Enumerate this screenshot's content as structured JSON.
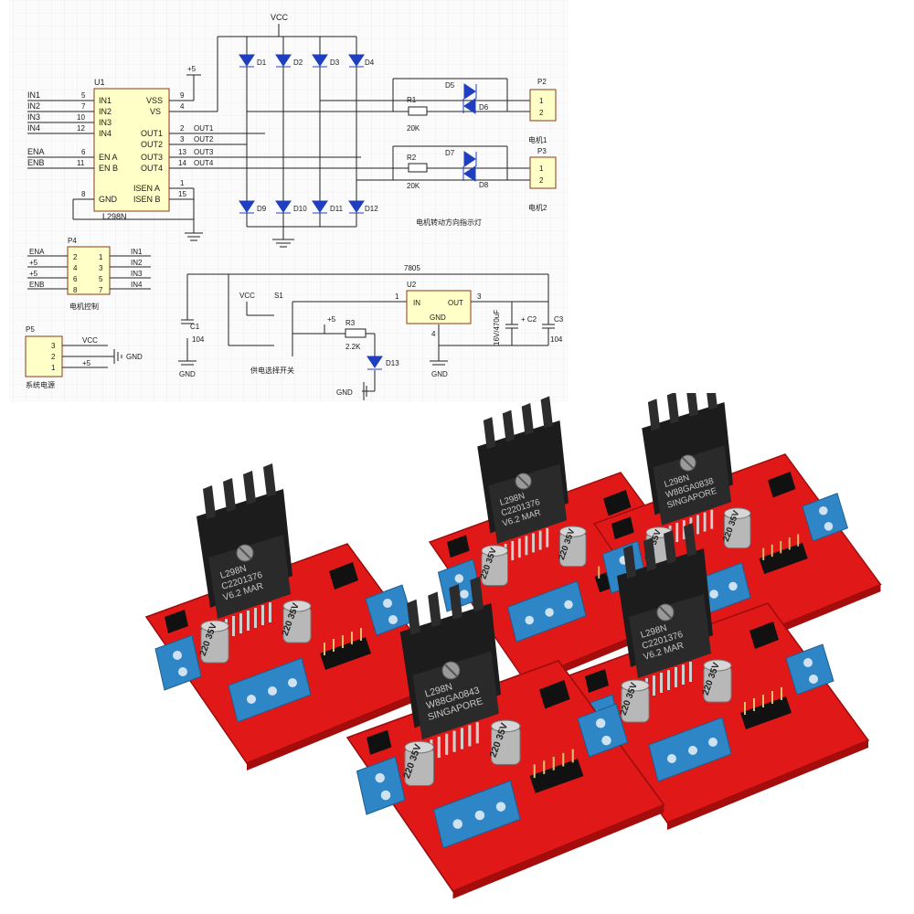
{
  "schematic": {
    "u1": {
      "ref": "U1",
      "part": "L298N",
      "left_pins": [
        {
          "net": "IN1",
          "num": "5",
          "label": "IN1"
        },
        {
          "net": "IN2",
          "num": "7",
          "label": "IN2"
        },
        {
          "net": "IN3",
          "num": "10",
          "label": "IN3"
        },
        {
          "net": "IN4",
          "num": "12",
          "label": "IN4"
        },
        {
          "net": "ENA",
          "num": "6",
          "label": "EN A"
        },
        {
          "net": "ENB",
          "num": "11",
          "label": "EN B"
        }
      ],
      "gnd_pin": {
        "num": "8",
        "label": "GND"
      },
      "right_pins": [
        {
          "num": "9",
          "label": "VSS"
        },
        {
          "num": "4",
          "label": "VS"
        },
        {
          "num": "2",
          "label": "OUT1",
          "net": "OUT1"
        },
        {
          "num": "3",
          "label": "OUT2",
          "net": "OUT2"
        },
        {
          "num": "13",
          "label": "OUT3",
          "net": "OUT3"
        },
        {
          "num": "14",
          "label": "OUT4",
          "net": "OUT4"
        },
        {
          "num": "1",
          "label": "ISEN A"
        },
        {
          "num": "15",
          "label": "ISEN B"
        }
      ]
    },
    "vcc": "VCC",
    "plus5": "+5",
    "diodes_top": [
      "D1",
      "D2",
      "D3",
      "D4"
    ],
    "diodes_bottom": [
      "D9",
      "D10",
      "D11",
      "D12"
    ],
    "r1": {
      "ref": "R1",
      "value": "20K"
    },
    "r2": {
      "ref": "R2",
      "value": "20K"
    },
    "led_pairs": [
      [
        "D5",
        "D6"
      ],
      [
        "D7",
        "D8"
      ]
    ],
    "p2": {
      "ref": "P2",
      "pins": [
        "1",
        "2"
      ],
      "caption": "电机1"
    },
    "p3": {
      "ref": "P3",
      "pins": [
        "1",
        "2"
      ],
      "caption": "电机2"
    },
    "motor_indicator_caption": "电机转动方向指示灯",
    "p4": {
      "ref": "P4",
      "rows": [
        {
          "left": "ENA",
          "a": "2",
          "b": "1",
          "right": "IN1"
        },
        {
          "left": "+5",
          "a": "4",
          "b": "3",
          "right": "IN2"
        },
        {
          "left": "+5",
          "a": "6",
          "b": "5",
          "right": "IN3"
        },
        {
          "left": "ENB",
          "a": "8",
          "b": "7",
          "right": "IN4"
        }
      ],
      "caption": "电机控制"
    },
    "p5": {
      "ref": "P5",
      "rows": [
        {
          "num": "3",
          "net": "VCC"
        },
        {
          "num": "2",
          "net": "GND"
        },
        {
          "num": "1",
          "net": "+5"
        }
      ],
      "caption": "系统电源"
    },
    "u2": {
      "ref": "U2",
      "part": "7805",
      "in": "IN",
      "out": "OUT",
      "gnd": "GND",
      "pin_in": "1",
      "pin_out": "3",
      "pin_gnd": "4"
    },
    "c1": {
      "ref": "C1",
      "value": "104"
    },
    "c2": {
      "ref": "+ C2",
      "value": "16V/470uF"
    },
    "c3": {
      "ref": "C3",
      "value": "104"
    },
    "s1": {
      "ref": "S1",
      "caption": "供电选择开关"
    },
    "r3": {
      "ref": "R3",
      "value": "2.2K"
    },
    "d13": "D13",
    "gnd": "GND"
  },
  "photo": {
    "boards": [
      {
        "chip_lines": [
          "L298N",
          "C2201376",
          "V6.2 MAR"
        ],
        "cap_label": "220 35V"
      },
      {
        "chip_lines": [
          "L298N",
          "W88GA0838",
          "SINGAPORE"
        ],
        "cap_label": "220 35V"
      },
      {
        "chip_lines": [
          "L298N",
          "C2201376",
          "V6.2 MAR"
        ],
        "cap_label": "220 35V"
      },
      {
        "chip_lines": [
          "L298N",
          "C2201376",
          "V6.2 MAR"
        ],
        "cap_label": "220 35V"
      },
      {
        "chip_lines": [
          "L298N",
          "W88GA0843",
          "SINGAPORE"
        ],
        "cap_label": "220 35V"
      }
    ],
    "colors": {
      "pcb": "#e01818",
      "heatsink": "#1c1c1c",
      "terminal": "#2f86c6",
      "capacitor": "#b8b8b8",
      "chip": "#2a2a2a"
    }
  }
}
